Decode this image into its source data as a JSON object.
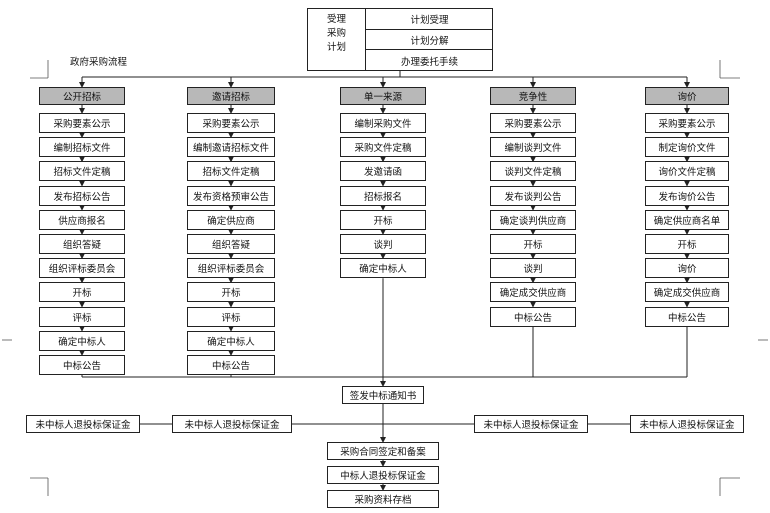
{
  "top": {
    "left_lines": [
      "受理",
      "采购",
      "计划"
    ],
    "right_items": [
      "计划受理",
      "计划分解",
      "办理委托手续"
    ]
  },
  "process_title": "政府采购流程",
  "columns": [
    {
      "header": "公开招标",
      "steps": [
        "采购要素公示",
        "编制招标文件",
        "招标文件定稿",
        "发布招标公告",
        "供应商报名",
        "组织答疑",
        "组织评标委员会",
        "开标",
        "评标",
        "确定中标人",
        "中标公告"
      ]
    },
    {
      "header": "邀请招标",
      "steps": [
        "采购要素公示",
        "编制邀请招标文件",
        "招标文件定稿",
        "发布资格预审公告",
        "确定供应商",
        "组织答疑",
        "组织评标委员会",
        "开标",
        "评标",
        "确定中标人",
        "中标公告"
      ]
    },
    {
      "header": "单一来源",
      "steps": [
        "编制采购文件",
        "采购文件定稿",
        "发邀请函",
        "招标报名",
        "开标",
        "谈判",
        "确定中标人"
      ]
    },
    {
      "header": "竞争性",
      "steps": [
        "采购要素公示",
        "编制谈判文件",
        "谈判文件定稿",
        "发布谈判公告",
        "确定谈判供应商",
        "开标",
        "谈判",
        "确定成交供应商",
        "中标公告"
      ]
    },
    {
      "header": "询价",
      "steps": [
        "采购要素公示",
        "制定询价文件",
        "询价文件定稿",
        "发布询价公告",
        "确定供应商名单",
        "开标",
        "询价",
        "确定成交供应商",
        "中标公告"
      ]
    }
  ],
  "notice": "签发中标通知书",
  "refunds": [
    "未中标人退投标保证金",
    "未中标人退投标保证金",
    "未中标人退投标保证金",
    "未中标人退投标保证金"
  ],
  "final_steps": [
    "采购合同签定和备案",
    "中标人退投标保证金",
    "采购资料存档"
  ],
  "colors": {
    "header_fill": "#b8b8b8",
    "line": "#222222",
    "box_border": "#222222"
  }
}
